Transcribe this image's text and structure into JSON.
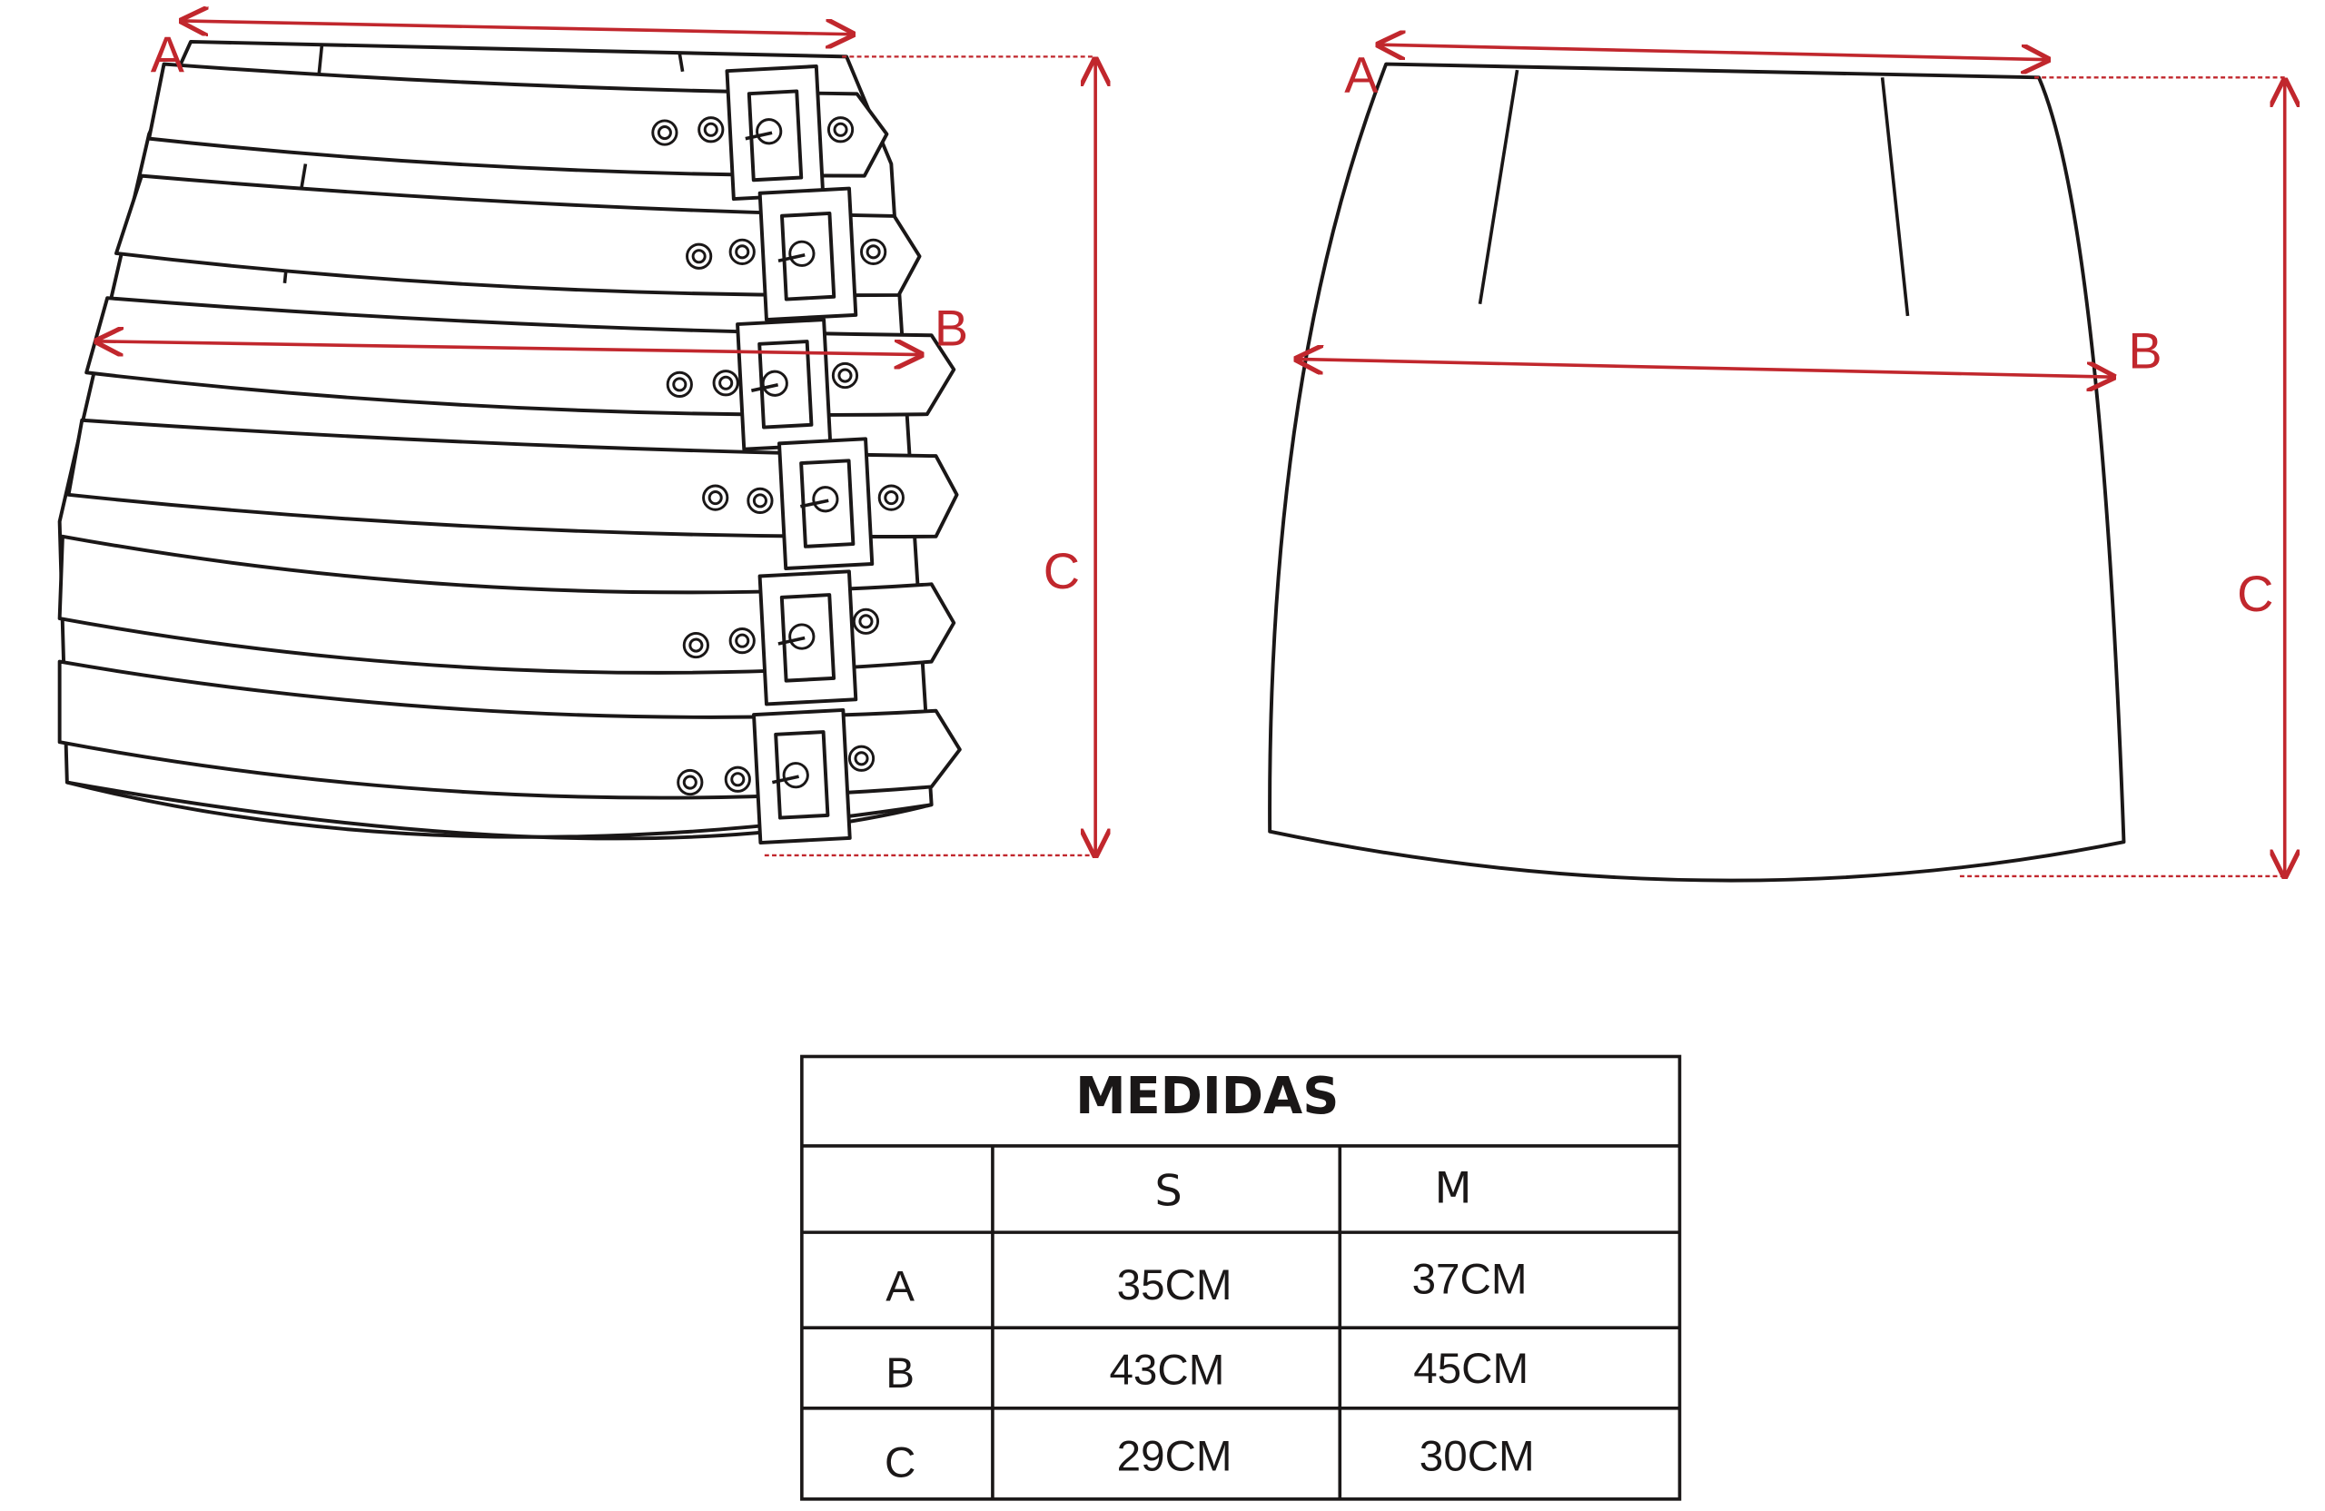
{
  "labels": {
    "a": "A",
    "b": "B",
    "c": "C"
  },
  "colors": {
    "measure_line": "#c1272d",
    "outline": "#1a1717"
  },
  "table": {
    "title": "MEDIDAS",
    "sizes": [
      "S",
      "M"
    ],
    "rows": [
      {
        "label": "A",
        "values": [
          "35CM",
          "37CM"
        ]
      },
      {
        "label": "B",
        "values": [
          "43CM",
          "45CM"
        ]
      },
      {
        "label": "C",
        "values": [
          "29CM",
          "30CM"
        ]
      }
    ]
  }
}
